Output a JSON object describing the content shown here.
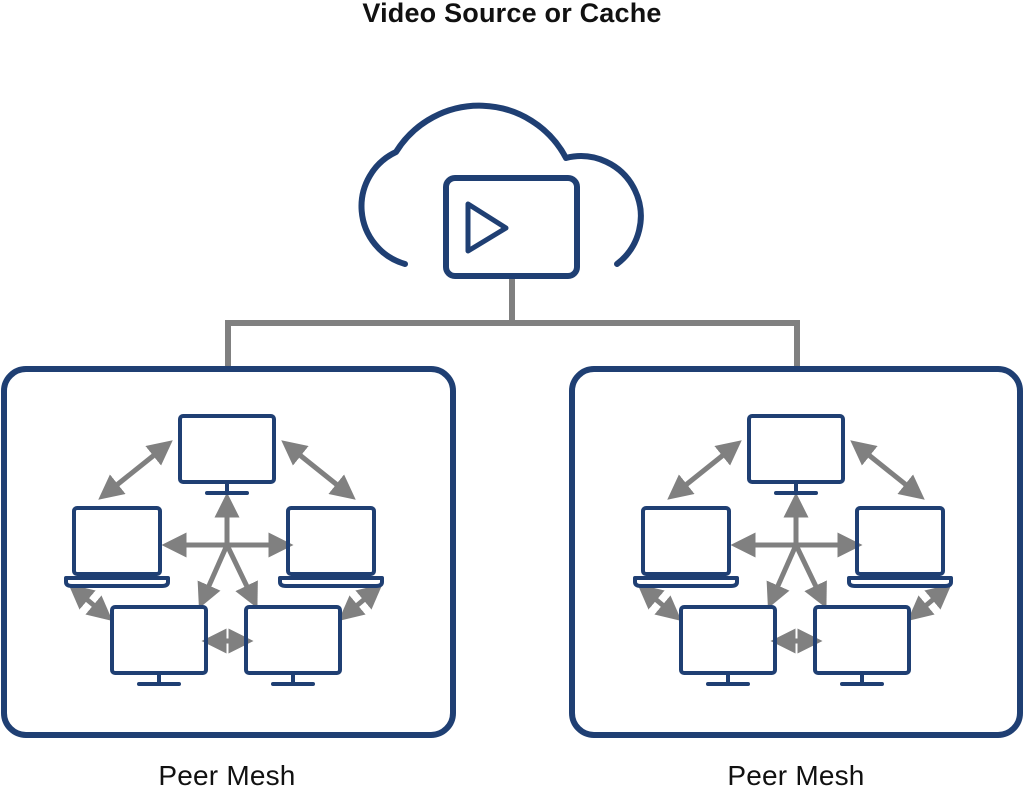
{
  "title": "Video Source or Cache",
  "meshes": [
    {
      "label": "Peer Mesh"
    },
    {
      "label": "Peer Mesh"
    }
  ],
  "colors": {
    "outline": "#1f3f73",
    "connector": "#808080",
    "text": "#111111",
    "background": "#ffffff"
  },
  "icons": [
    "cloud-icon",
    "play-button-icon",
    "monitor-icon",
    "laptop-icon",
    "bidirectional-arrow-icon"
  ]
}
